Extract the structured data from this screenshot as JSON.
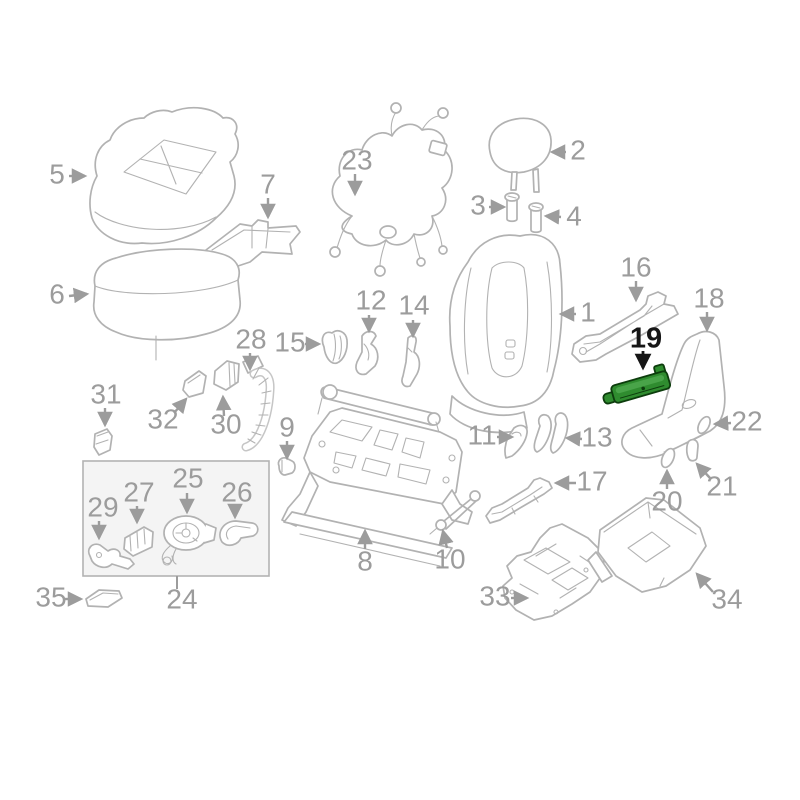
{
  "diagram": {
    "highlighted_part_number": "19",
    "boxed_group_number": "24"
  },
  "colors": {
    "bg": "#ffffff",
    "line": "#b2b2b2",
    "label": "#9c9c9c",
    "boxfill": "#f4f4f4",
    "hlfill": "#2f8c2f",
    "hlfill2": "#49a449",
    "hlstroke": "#0d3d0d",
    "hllabel": "#161616"
  },
  "callouts": {
    "c1": {
      "number": "1"
    },
    "c2": {
      "number": "2"
    },
    "c3": {
      "number": "3"
    },
    "c4": {
      "number": "4"
    },
    "c5": {
      "number": "5"
    },
    "c6": {
      "number": "6"
    },
    "c7": {
      "number": "7"
    },
    "c8": {
      "number": "8"
    },
    "c9": {
      "number": "9"
    },
    "c10": {
      "number": "10"
    },
    "c11": {
      "number": "11"
    },
    "c12": {
      "number": "12"
    },
    "c13": {
      "number": "13"
    },
    "c14": {
      "number": "14"
    },
    "c15": {
      "number": "15"
    },
    "c16": {
      "number": "16"
    },
    "c17": {
      "number": "17"
    },
    "c18": {
      "number": "18"
    },
    "c19": {
      "number": "19"
    },
    "c20": {
      "number": "20"
    },
    "c21": {
      "number": "21"
    },
    "c22": {
      "number": "22"
    },
    "c23": {
      "number": "23"
    },
    "c24": {
      "number": "24"
    },
    "c25": {
      "number": "25"
    },
    "c26": {
      "number": "26"
    },
    "c27": {
      "number": "27"
    },
    "c28": {
      "number": "28"
    },
    "c29": {
      "number": "29"
    },
    "c30": {
      "number": "30"
    },
    "c31": {
      "number": "31"
    },
    "c32": {
      "number": "32"
    },
    "c33": {
      "number": "33"
    },
    "c34": {
      "number": "34"
    },
    "c35": {
      "number": "35"
    }
  }
}
